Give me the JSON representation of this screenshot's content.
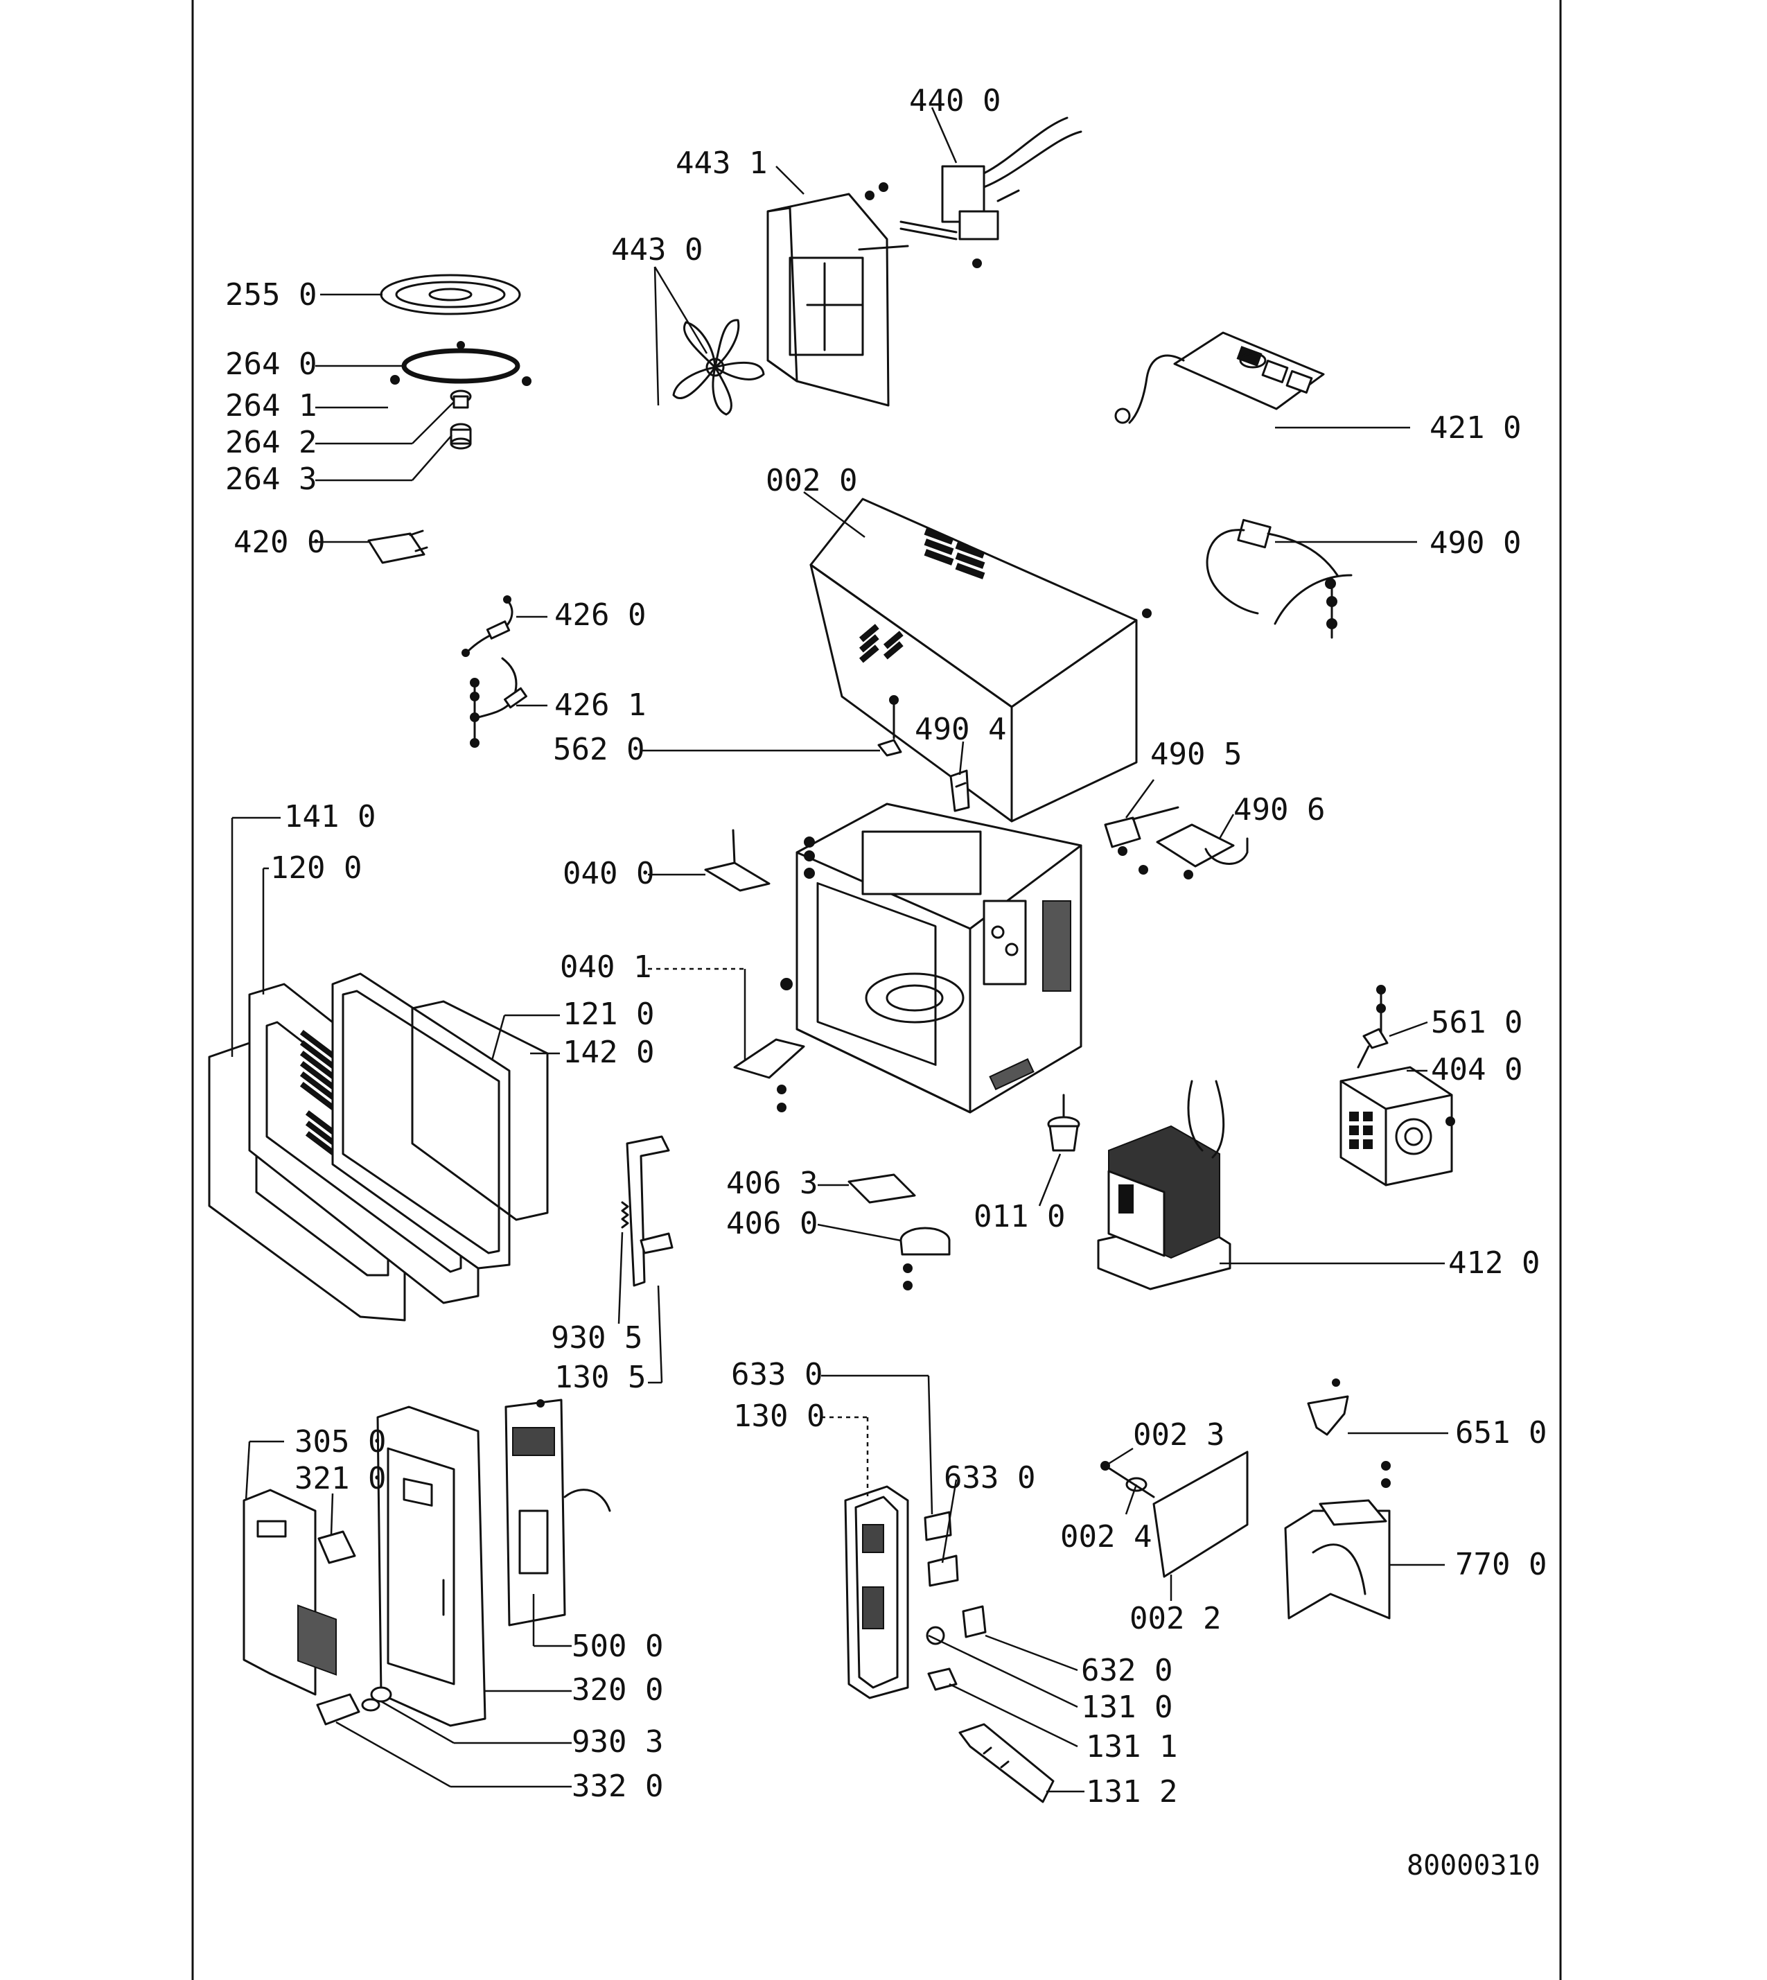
{
  "drawing": {
    "number": "80000310",
    "part_labels": [
      "440 0",
      "443 1",
      "443 0",
      "255 0",
      "264 0",
      "264 1",
      "264 2",
      "264 3",
      "421 0",
      "002 0",
      "490 0",
      "420 0",
      "426 0",
      "426 1",
      "562 0",
      "490 4",
      "490 5",
      "490 6",
      "141 0",
      "120 0",
      "040 0",
      "040 1",
      "121 0",
      "142 0",
      "561 0",
      "404 0",
      "406 3",
      "406 0",
      "011 0",
      "412 0",
      "930 5",
      "130 5",
      "633 0",
      "130 0",
      "633 0",
      "002 3",
      "651 0",
      "305 0",
      "321 0",
      "002 4",
      "770 0",
      "002 2",
      "500 0",
      "632 0",
      "320 0",
      "131 0",
      "930 3",
      "131 1",
      "332 0",
      "131 2"
    ]
  }
}
